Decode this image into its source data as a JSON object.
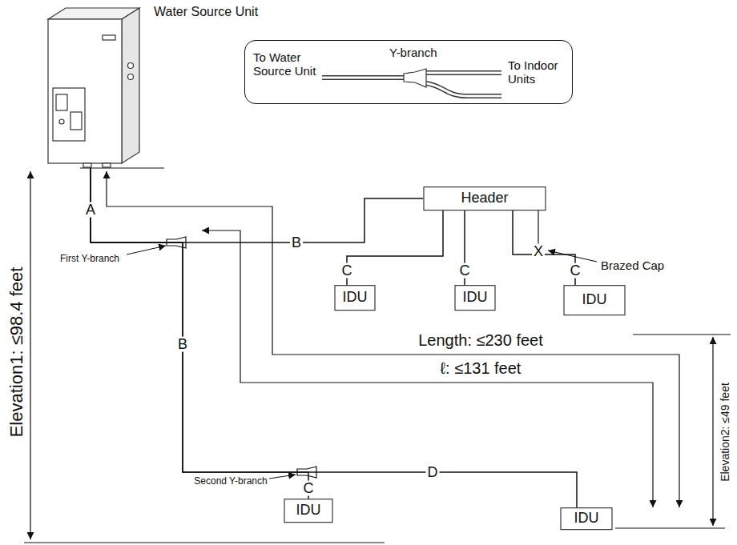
{
  "diagram": {
    "nodes": [
      {
        "text": [
          "Water Source Unit"
        ]
      },
      {
        "text": [
          "To Water Source Unit",
          "Y-branch",
          "To Indoor Units"
        ]
      },
      {
        "text": [
          "Header"
        ]
      },
      {
        "text": [
          "IDU"
        ]
      },
      {
        "text": [
          "IDU"
        ]
      },
      {
        "text": [
          "IDU"
        ]
      },
      {
        "text": [
          "IDU"
        ]
      },
      {
        "text": [
          "IDU"
        ]
      }
    ],
    "edges": [
      {
        "from": 0,
        "to": 2,
        "arrow": "none"
      },
      {
        "from": 0,
        "to": 6,
        "arrow": "none"
      },
      {
        "from": 0,
        "to": 7,
        "arrow": "none"
      },
      {
        "from": 2,
        "to": 3,
        "arrow": "none"
      },
      {
        "from": 2,
        "to": 4,
        "arrow": "none"
      },
      {
        "from": 2,
        "to": 5,
        "arrow": "none"
      }
    ],
    "labels": [
      "A",
      "B",
      "B",
      "C",
      "C",
      "C",
      "C",
      "D",
      "X",
      "Brazed Cap",
      "First Y-branch",
      "Second Y-branch",
      "Length: ≤230 feet",
      "ℓ: ≤131 feet",
      "Elevation1: ≤98.4 feet",
      "Elevation2: ≤49 feet"
    ]
  }
}
